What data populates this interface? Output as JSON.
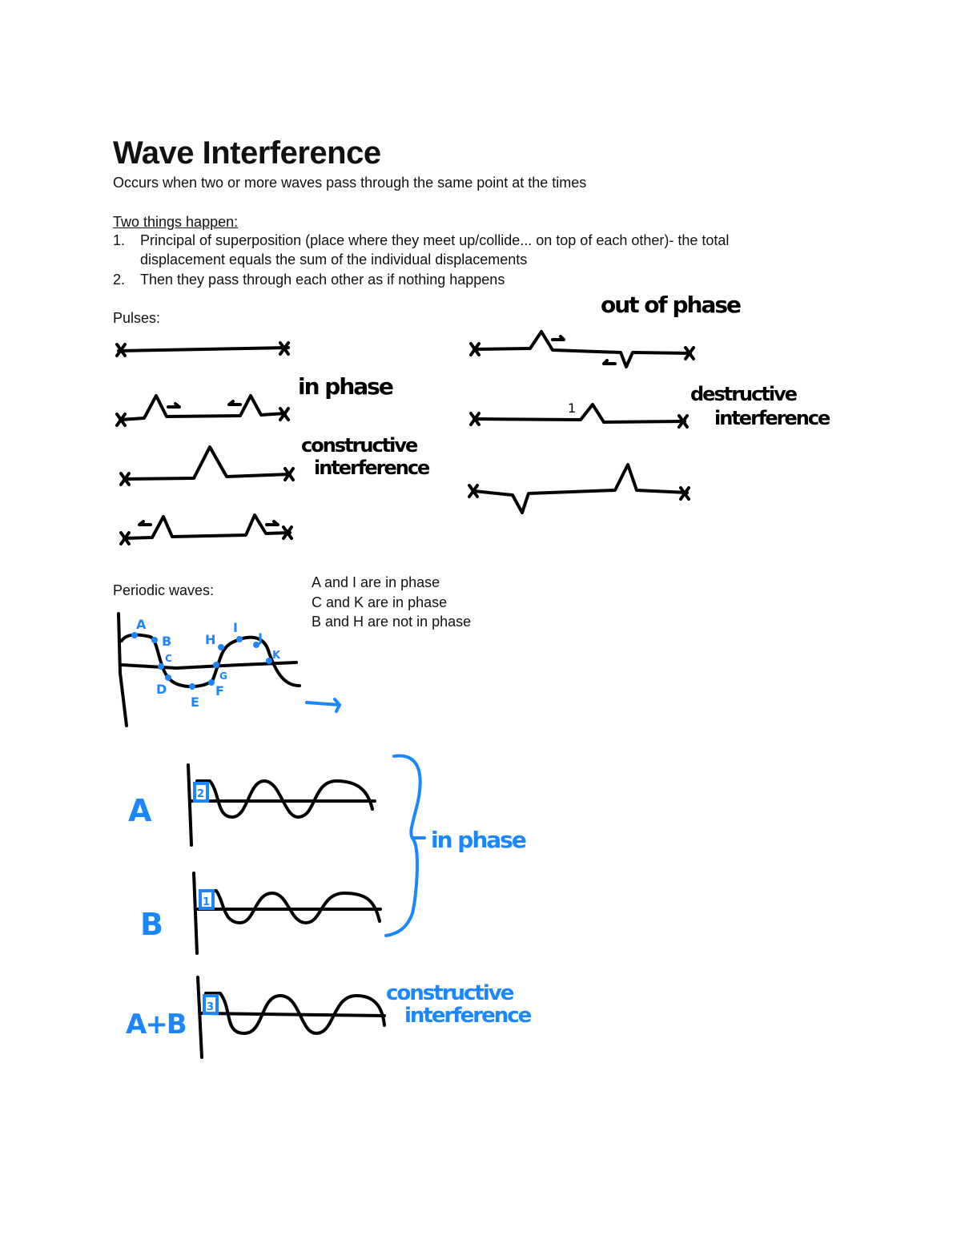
{
  "title": "Wave Interference",
  "definition": "Occurs when two or more waves pass through the same point at the times",
  "things_heading": "Two things happen:",
  "list": [
    {
      "num": "1.",
      "line1": "Principal of superposition (place where they meet up/collide... on top of each other)- the total",
      "line2": "displacement equals the sum of the individual displacements"
    },
    {
      "num": "2.",
      "line1": "Then they pass through each other as if nothing happens"
    }
  ],
  "pulses_label": "Pulses:",
  "periodic_label": "Periodic waves:",
  "phase_notes": [
    "A and I are in phase",
    "C and K are in phase",
    "B and H are not in phase"
  ],
  "handwritten": {
    "in_phase": "in phase",
    "constructive1": "constructive",
    "interference1": "interference",
    "out_of_phase": "out of phase",
    "destructive": "destructive",
    "interference2": "interference",
    "amp_label_right": "1",
    "wave_labels": [
      "A",
      "B",
      "A+B"
    ],
    "bracket_note": "in phase",
    "constructive2": "constructive",
    "interference3": "interference",
    "box_a": "2",
    "box_b": "1",
    "box_ab": "3",
    "points": [
      "A",
      "B",
      "C",
      "D",
      "E",
      "F",
      "G",
      "H",
      "I",
      "J",
      "K"
    ]
  },
  "colors": {
    "ink": "#000000",
    "blue": "#1a86ff"
  }
}
